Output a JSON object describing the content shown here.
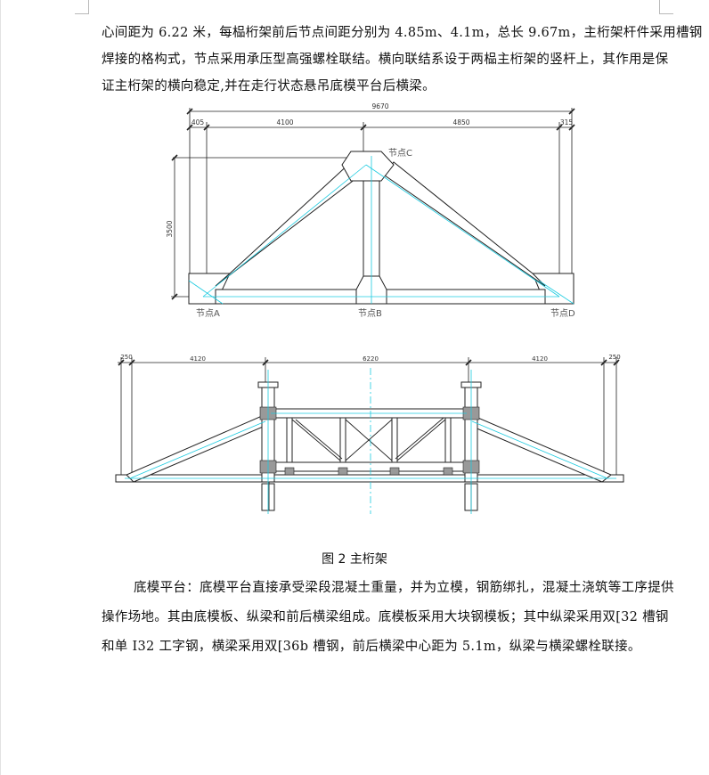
{
  "body_top": [
    "心间距为 6.22 米，每榀桁架前后节点间距分别为 4.85m、4.1m，总长 9.67m，主桁架杆件采用槽钢",
    "焊接的格构式，节点采用承压型高强螺栓联结。横向联结系设于两榀主桁架的竖杆上，其作用是保",
    "证主桁架的横向稳定,并在走行状态悬吊底模平台后横梁。"
  ],
  "figure_top": {
    "dims_top": {
      "total": "9670",
      "seg1": "405",
      "seg2": "4100",
      "seg3": "4850",
      "seg4": "315"
    },
    "height_dim": "3500",
    "node_labels": {
      "a": "节点A",
      "b": "节点B",
      "c": "节点C",
      "d": "节点D"
    }
  },
  "figure_bottom": {
    "dims": {
      "left_small": "250",
      "left": "4120",
      "center": "6220",
      "right": "4120",
      "right_small": "250"
    }
  },
  "caption": "图 2 主桁架",
  "body_bottom": [
    "底模平台：底模平台直接承受梁段混凝土重量，并为立模，钢筋绑扎，混凝土浇筑等工序提供",
    "操作场地。其由底模板、纵梁和前后横梁组成。底模板采用大块钢模板；其中纵梁采用双[32 槽钢",
    "和单 I32 工字钢，横梁采用双[36b 槽钢，前后横梁中心距为 5.1m，纵梁与横梁螺栓联接。"
  ]
}
